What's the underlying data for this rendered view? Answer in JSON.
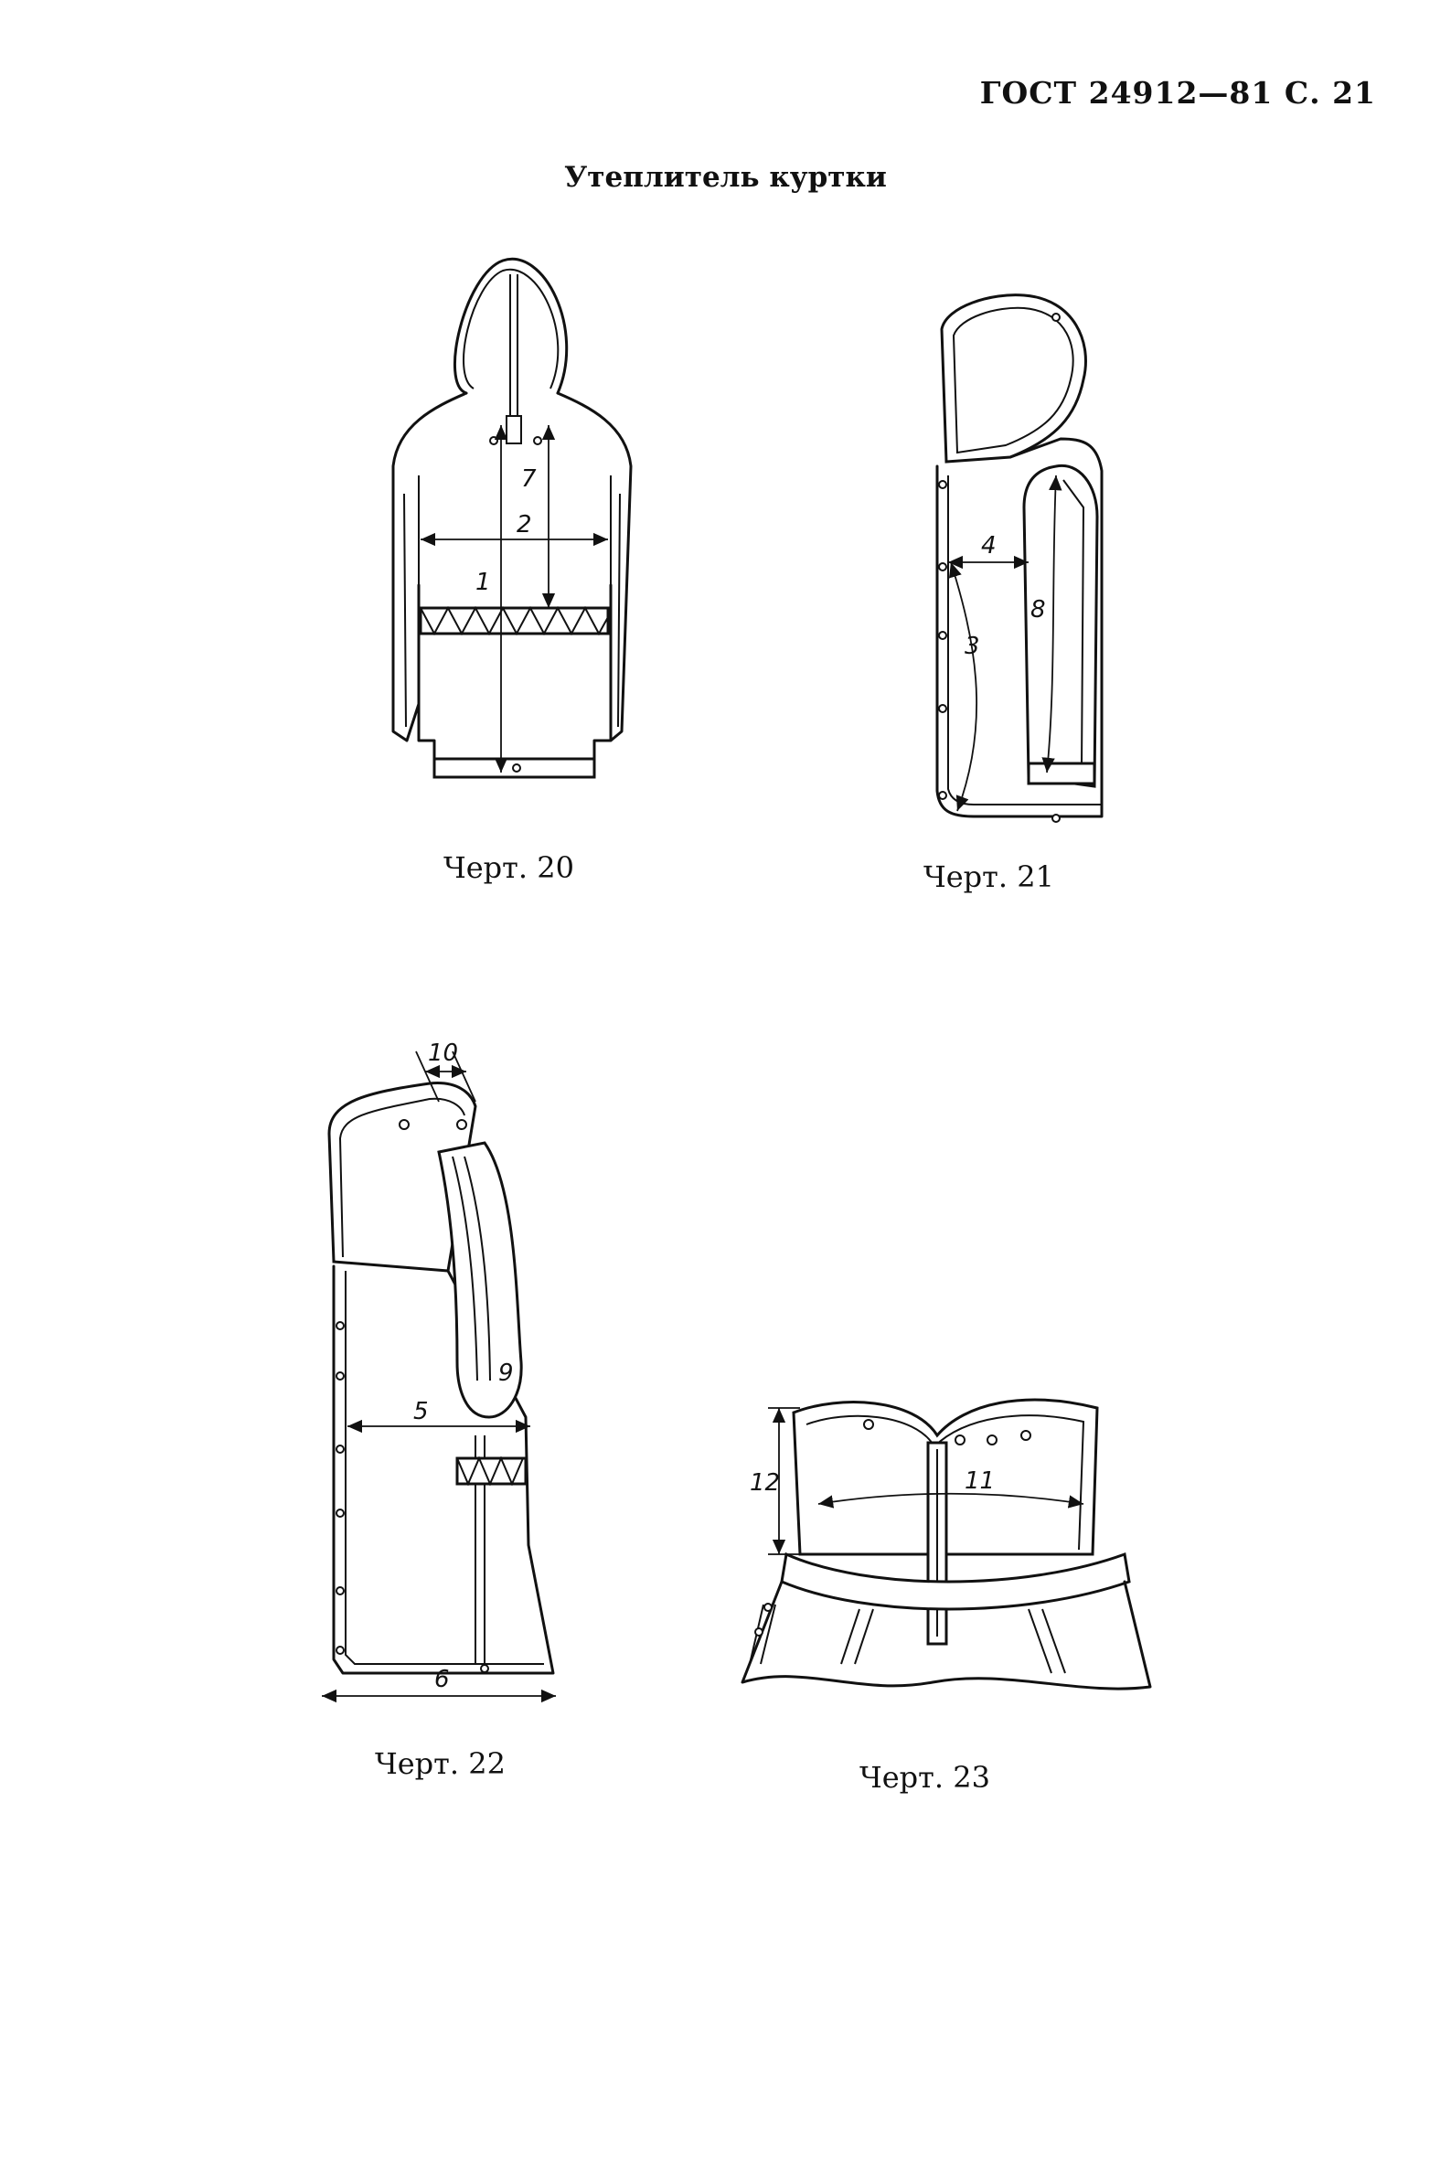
{
  "header": {
    "standard": "ГОСТ 24912—81 С. 21"
  },
  "title": "Утеплитель куртки",
  "figures": [
    {
      "caption": "Черт. 20",
      "labels": [
        "1",
        "2",
        "7"
      ]
    },
    {
      "caption": "Черт. 21",
      "labels": [
        "3",
        "4",
        "8"
      ]
    },
    {
      "caption": "Черт. 22",
      "labels": [
        "5",
        "6",
        "9",
        "10"
      ]
    },
    {
      "caption": "Черт. 23",
      "labels": [
        "11",
        "12"
      ]
    }
  ]
}
